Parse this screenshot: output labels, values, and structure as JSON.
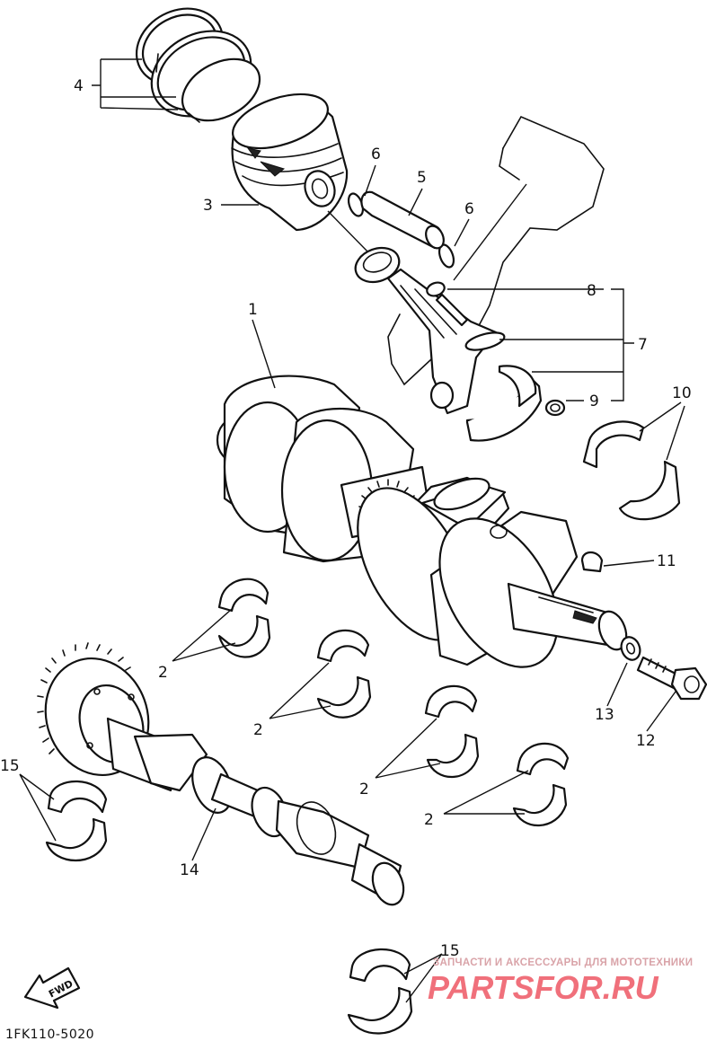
{
  "diagram_code": "1FK110-5020",
  "fwd_label": "FWD",
  "watermark": {
    "tagline": "ЗАПЧАСТИ И АКСЕССУАРЫ ДЛЯ МОТОТЕХНИКИ",
    "brand": "PARTSFOR.RU",
    "brand_color": "#ee5864"
  },
  "callouts": {
    "c1": "1",
    "c2a": "2",
    "c2b": "2",
    "c2c": "2",
    "c2d": "2",
    "c3": "3",
    "c4": "4",
    "c5": "5",
    "c6a": "6",
    "c6b": "6",
    "c7": "7",
    "c8": "8",
    "c9": "9",
    "c10": "10",
    "c11": "11",
    "c12": "12",
    "c13": "13",
    "c14": "14",
    "c15a": "15",
    "c15b": "15"
  }
}
